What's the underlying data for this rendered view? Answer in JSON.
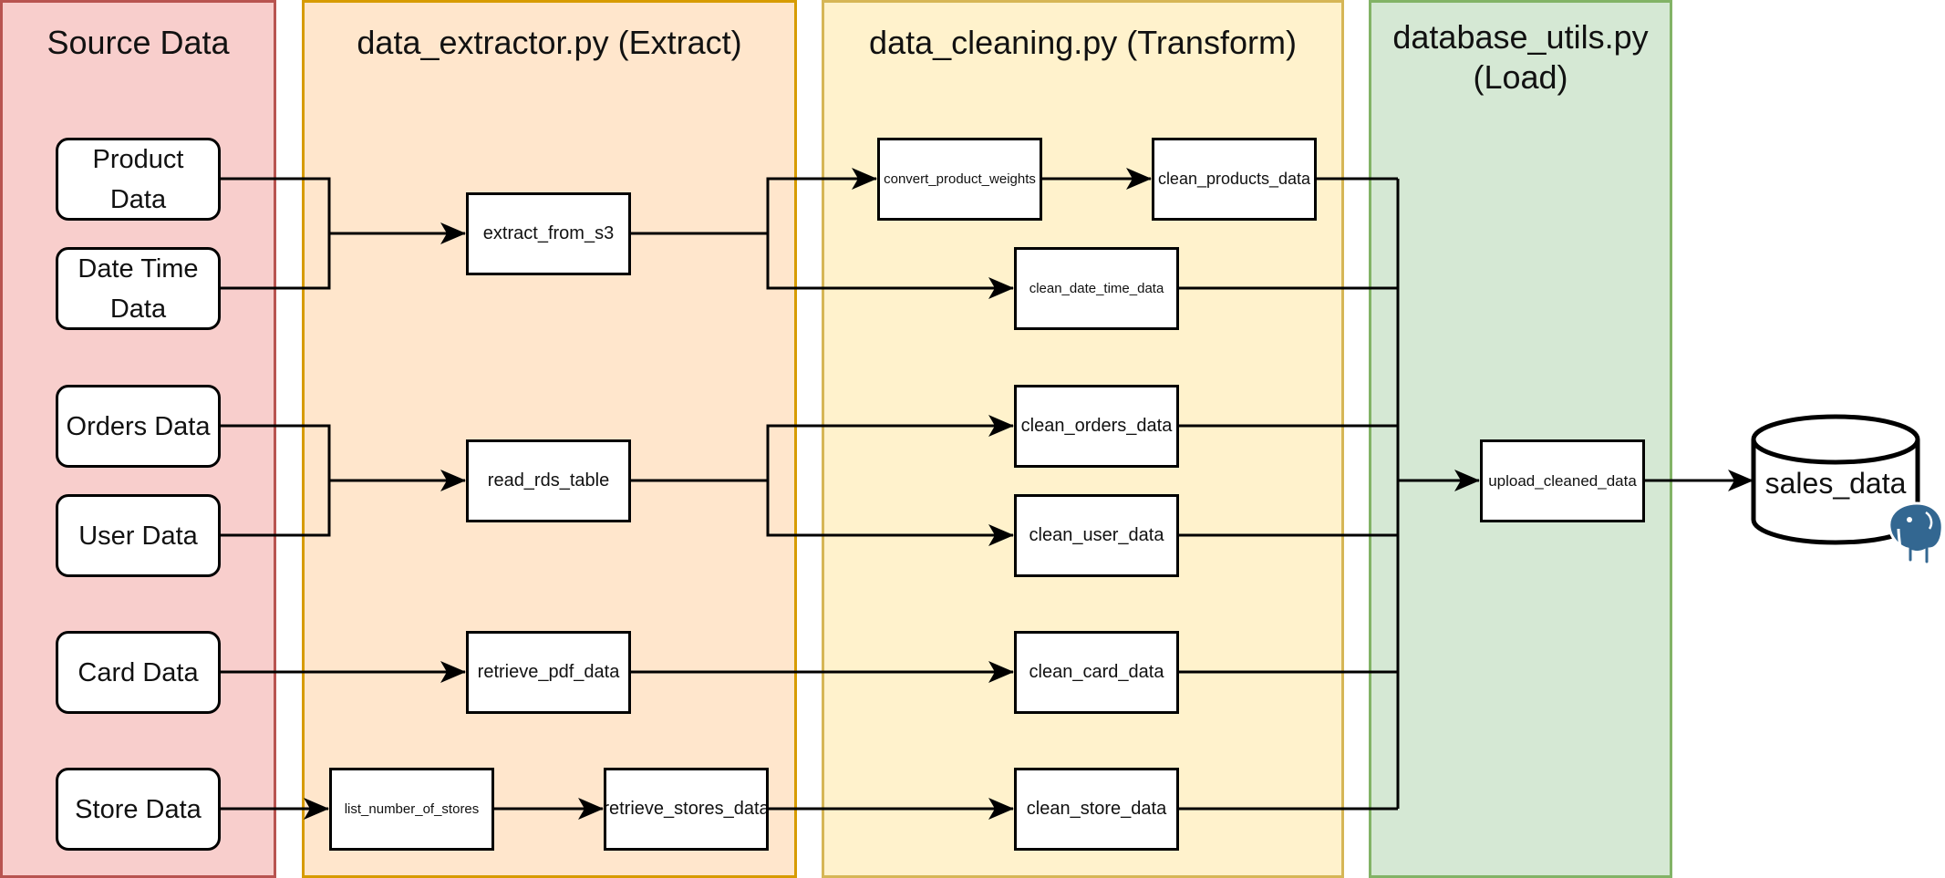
{
  "lanes": {
    "source": {
      "title": "Source Data",
      "fill": "#f8cecc",
      "stroke": "#b85450"
    },
    "extract": {
      "title": "data_extractor.py (Extract)",
      "fill": "#ffe6cc",
      "stroke": "#d79b00"
    },
    "transform": {
      "title": "data_cleaning.py (Transform)",
      "fill": "#fff2cc",
      "stroke": "#d6b656"
    },
    "load": {
      "title": "database_utils.py\n(Load)",
      "fill": "#d5e8d4",
      "stroke": "#82b366"
    }
  },
  "sources": {
    "product": "Product\nData",
    "date_time": "Date Time\nData",
    "orders": "Orders Data",
    "user": "User Data",
    "card": "Card Data",
    "store": "Store Data"
  },
  "extract": {
    "extract_from_s3": "extract_from_s3",
    "read_rds_table": "read_rds_table",
    "retrieve_pdf_data": "retrieve_pdf_data",
    "list_number_of_stores": "list_number_of_stores",
    "retrieve_stores_data": "retrieve_stores_data"
  },
  "transform": {
    "convert_product_weights": "convert_product_weights",
    "clean_products_data": "clean_products_data",
    "clean_date_time_data": "clean_date_time_data",
    "clean_orders_data": "clean_orders_data",
    "clean_user_data": "clean_user_data",
    "clean_card_data": "clean_card_data",
    "clean_store_data": "clean_store_data"
  },
  "load": {
    "upload_cleaned_data": "upload_cleaned_data"
  },
  "database": {
    "name": "sales_data",
    "icon": "postgresql-elephant-icon",
    "icon_color": "#336791"
  }
}
